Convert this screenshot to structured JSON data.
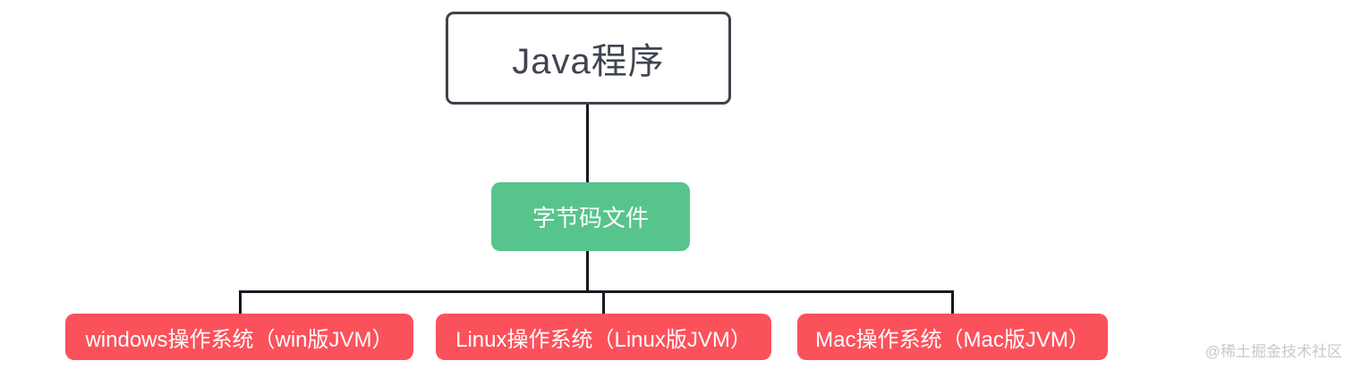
{
  "diagram": {
    "root": {
      "label": "Java程序"
    },
    "middle": {
      "label": "字节码文件"
    },
    "leaves": [
      {
        "label": "windows操作系统（win版JVM）"
      },
      {
        "label": "Linux操作系统（Linux版JVM）"
      },
      {
        "label": "Mac操作系统（Mac版JVM）"
      }
    ]
  },
  "watermark": {
    "text": "@稀土掘金技术社区"
  },
  "colors": {
    "background": "#ffffff",
    "node_border": "#3d424c",
    "connector_line": "#16161f",
    "green_node": "#57c48c",
    "red_node": "#fb515b",
    "dark_text": "#3f4450",
    "light_text": "#ffffff",
    "watermark_text": "#c9c9c9"
  }
}
